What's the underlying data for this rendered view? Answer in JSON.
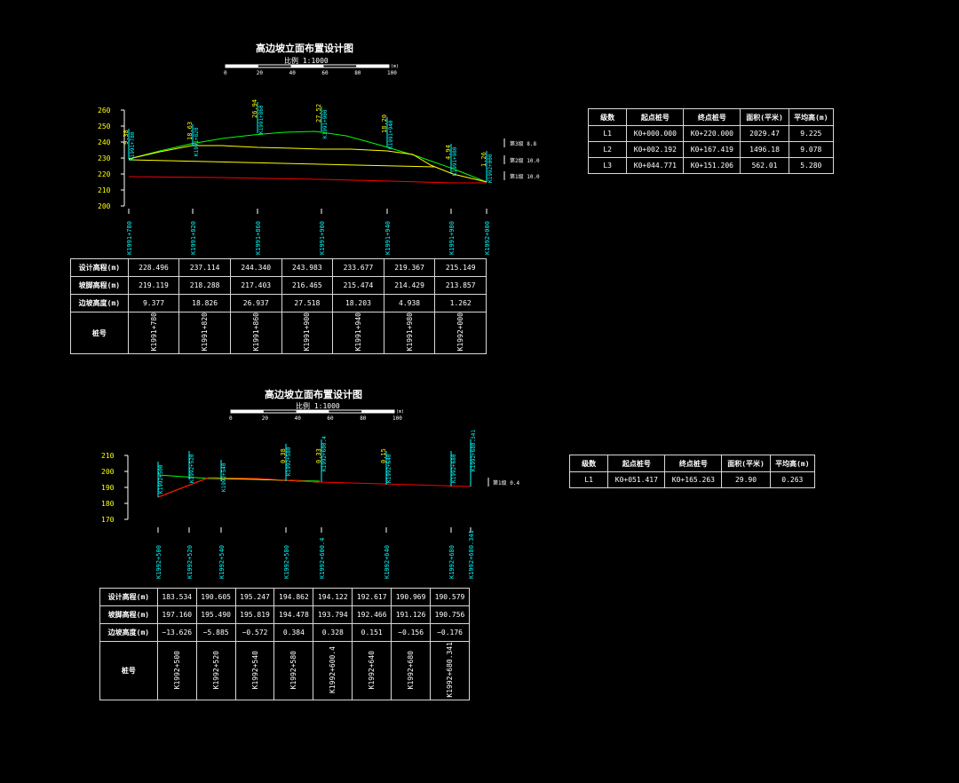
{
  "colors": {
    "background": "#000000",
    "ground": "#00ff00",
    "design": "#ffff00",
    "base": "#ff0000",
    "stake": "#00ffff",
    "text": "#ffffff"
  },
  "drawing1": {
    "title": "高边坡立面布置设计图",
    "scale_label": "比例 1:1000",
    "scale_ticks": [
      "0",
      "20",
      "40",
      "60",
      "80",
      "100"
    ],
    "scale_unit": "(m)",
    "y_ticks": [
      "260",
      "250",
      "240",
      "230",
      "220",
      "210",
      "200"
    ],
    "stakes": [
      "K1991+780",
      "K1991+820",
      "K1991+860",
      "K1991+900",
      "K1991+940",
      "K1991+980",
      "K1992+000"
    ],
    "point_heights": [
      "9.38",
      "18.63",
      "26.94",
      "27.52",
      "18.20",
      "4.94",
      "1.26"
    ],
    "level_labels": [
      "第3级 8.8",
      "第2级 10.0",
      "第1级 10.0"
    ],
    "data_table": {
      "rows": [
        {
          "label": "设计高程(m)",
          "values": [
            "228.496",
            "237.114",
            "244.340",
            "243.983",
            "233.677",
            "219.367",
            "215.149"
          ]
        },
        {
          "label": "坡脚高程(m)",
          "values": [
            "219.119",
            "218.288",
            "217.403",
            "216.465",
            "215.474",
            "214.429",
            "213.857"
          ]
        },
        {
          "label": "边坡高度(m)",
          "values": [
            "9.377",
            "18.826",
            "26.937",
            "27.518",
            "18.203",
            "4.938",
            "1.262"
          ]
        }
      ],
      "stake_label": "桩号"
    },
    "summary": {
      "headers": [
        "级数",
        "起点桩号",
        "终点桩号",
        "面积(平米)",
        "平均高(m)"
      ],
      "rows": [
        [
          "L1",
          "K0+000.000",
          "K0+220.000",
          "2029.47",
          "9.225"
        ],
        [
          "L2",
          "K0+002.192",
          "K0+167.419",
          "1496.18",
          "9.078"
        ],
        [
          "L3",
          "K0+044.771",
          "K0+151.206",
          "562.01",
          "5.280"
        ]
      ]
    }
  },
  "drawing2": {
    "title": "高边坡立面布置设计图",
    "scale_label": "比例 1:1000",
    "scale_ticks": [
      "0",
      "20",
      "40",
      "60",
      "80",
      "100"
    ],
    "scale_unit": "(m)",
    "y_ticks": [
      "210",
      "200",
      "190",
      "180",
      "170"
    ],
    "top_stakes": [
      "K1992+500",
      "K1992+520",
      "K1992+540",
      "K1992+580",
      "K1992+600.4",
      "K1992+640",
      "K1992+680",
      "K1992+680.341"
    ],
    "point_heights": [
      "0.38",
      "0.33",
      "0.15"
    ],
    "level_labels": [
      "第1级 0.4"
    ],
    "bottom_stakes": [
      "K1992+500",
      "K1992+520",
      "K1992+540",
      "K1992+580",
      "K1992+600.4",
      "K1992+640",
      "K1992+680",
      "K1992+680.341"
    ],
    "data_table": {
      "rows": [
        {
          "label": "设计高程(m)",
          "values": [
            "183.534",
            "190.605",
            "195.247",
            "194.862",
            "194.122",
            "192.617",
            "190.969",
            "190.579"
          ]
        },
        {
          "label": "坡脚高程(m)",
          "values": [
            "197.160",
            "195.490",
            "195.819",
            "194.478",
            "193.794",
            "192.466",
            "191.126",
            "190.756"
          ]
        },
        {
          "label": "边坡高度(m)",
          "values": [
            "−13.626",
            "−5.885",
            "−0.572",
            "0.384",
            "0.328",
            "0.151",
            "−0.156",
            "−0.176"
          ]
        }
      ],
      "stake_label": "桩号",
      "stakes": [
        "K1992+500",
        "K1992+520",
        "K1992+540",
        "K1992+580",
        "K1992+600.4",
        "K1992+640",
        "K1992+680",
        "K1992+680.341"
      ]
    },
    "summary": {
      "headers": [
        "级数",
        "起点桩号",
        "终点桩号",
        "面积(平米)",
        "平均高(m)"
      ],
      "rows": [
        [
          "L1",
          "K0+051.417",
          "K0+165.263",
          "29.90",
          "0.263"
        ]
      ]
    }
  }
}
